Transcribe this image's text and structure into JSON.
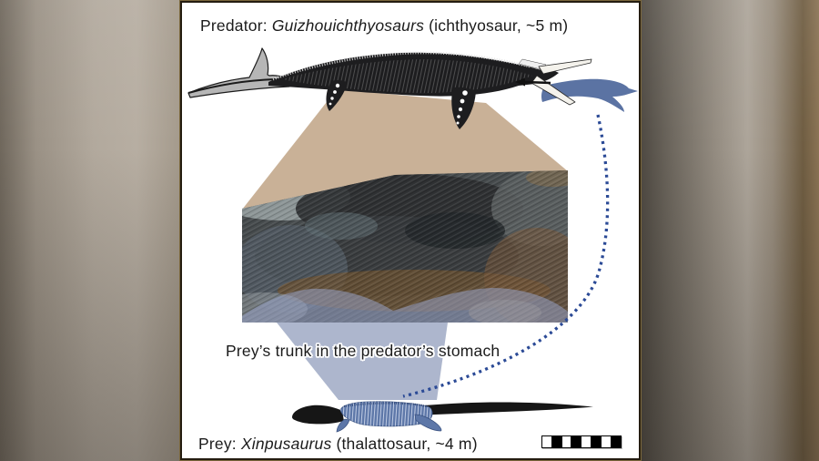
{
  "figure_title": "Predator-prey fossil interpretation figure",
  "labels": {
    "predator": {
      "prefix": "Predator: ",
      "taxon": "Guizhouichthyosaurs",
      "suffix": " (ichthyosaur, ~5 m)"
    },
    "stomach": "Prey’s trunk in the predator’s stomach",
    "prey": {
      "prefix": "Prey: ",
      "taxon": "Xinpusaurus",
      "suffix": " (thalattosaur, ~4 m)"
    }
  },
  "illustration": {
    "predator_body_color": "#1d1d1f",
    "predator_tail_fluke_color": "#b6b6b6",
    "prey_highlight_color": "#5d77a8",
    "prey_silhouette_color": "#161616",
    "prey_in_mouth_color": "#5b73a3",
    "cone_upper_color": "#c9b197",
    "cone_lower_color": "#a9b2ca",
    "fossil_highlight_color": "rgba(150,160,196,0.55)",
    "connector_dotted_color": "#2b4a96",
    "ingestion_arrow_color": "#111111"
  },
  "scale_bar": {
    "segments": 8,
    "pattern": [
      "#ffffff",
      "#000000",
      "#ffffff",
      "#000000",
      "#ffffff",
      "#000000",
      "#ffffff",
      "#000000"
    ]
  }
}
